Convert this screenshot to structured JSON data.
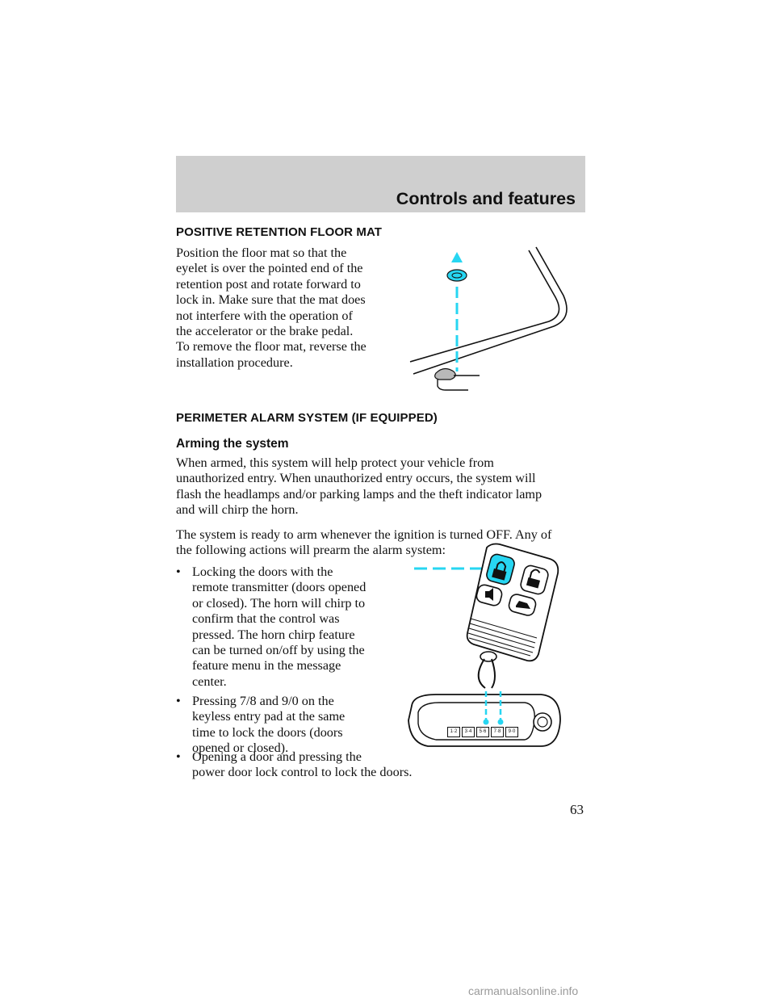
{
  "header": {
    "section_title": "Controls and features"
  },
  "floor_mat": {
    "heading": "POSITIVE RETENTION FLOOR MAT",
    "lines": [
      "Position the floor mat so that the",
      "eyelet is over the pointed end of the",
      "retention post and rotate forward to",
      "lock in. Make sure that the mat does",
      "not interfere with the operation of",
      "the accelerator or the brake pedal.",
      "To remove the floor mat, reverse the",
      "installation procedure."
    ]
  },
  "alarm": {
    "heading": "PERIMETER ALARM SYSTEM (IF EQUIPPED)",
    "subheading": "Arming the system",
    "para1_lines": [
      "When armed, this system will help protect your vehicle from",
      "unauthorized entry. When unauthorized entry occurs, the system will",
      "flash the headlamps and/or parking lamps and the theft indicator lamp",
      "and will chirp the horn."
    ],
    "para2_lines": [
      "The system is ready to arm whenever the ignition is turned OFF. Any of",
      "the following actions will prearm the alarm system:"
    ],
    "bullet_symbol": "•",
    "bullets": [
      {
        "lines": [
          "Locking the doors with the",
          "remote transmitter (doors opened",
          "or closed). The horn will chirp to",
          "confirm that the control was",
          "pressed. The horn chirp feature",
          "can be turned on/off by using the",
          "feature menu in the message",
          "center."
        ]
      },
      {
        "lines": [
          "Pressing 7/8 and 9/0 on the",
          "keyless entry pad at the same",
          "time to lock the doors (doors",
          "opened or closed)."
        ]
      },
      {
        "lines": [
          "Opening a door and pressing the",
          "power door lock control to lock the doors."
        ]
      }
    ]
  },
  "keypad": {
    "keys": [
      "1·2",
      "3·4",
      "5·6",
      "7·8",
      "9·0"
    ]
  },
  "footer": {
    "page_number": "63",
    "watermark": "carmanualsonline.info"
  },
  "colors": {
    "header_band": "#cfcfcf",
    "highlight": "#27d6f2",
    "text": "#111111"
  }
}
